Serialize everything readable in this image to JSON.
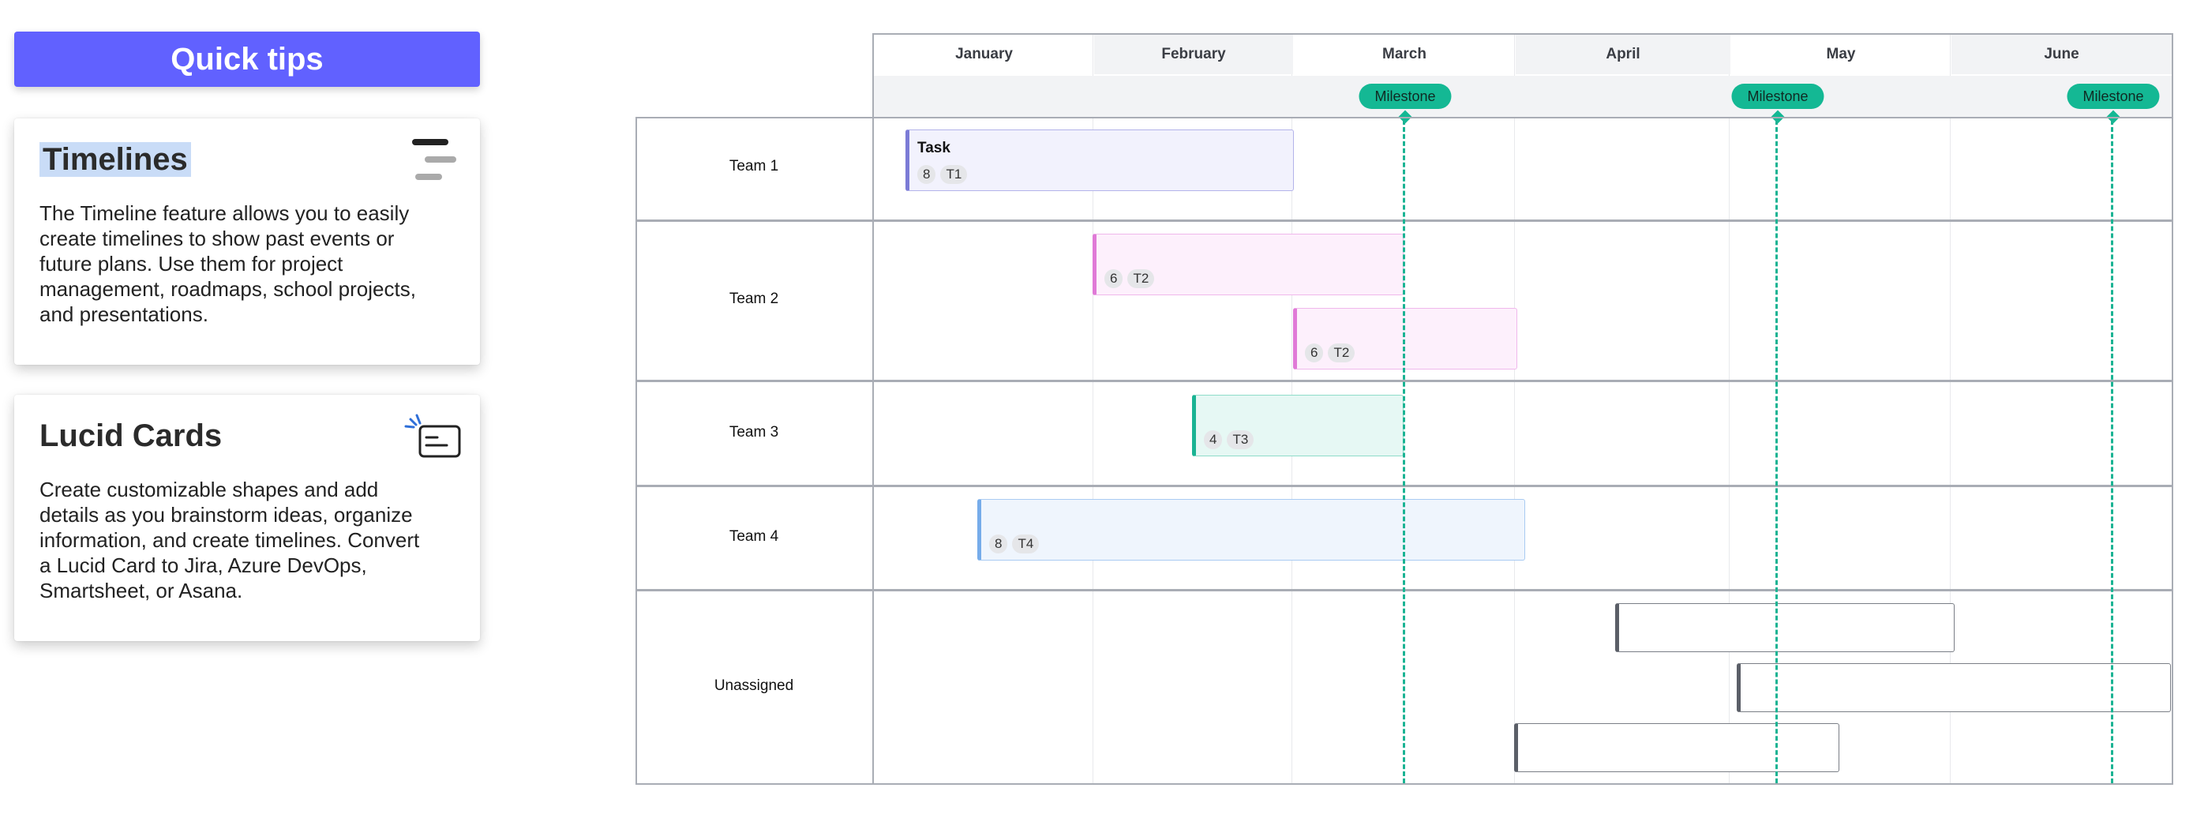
{
  "quick_tips": {
    "header": "Quick tips",
    "cards": [
      {
        "title": "Timelines",
        "body": "The Timeline feature allows you to easily create timelines to show past events or future plans. Use them for project management, roadmaps, school projects, and presentations.",
        "icon": "timeline-icon"
      },
      {
        "title": "Lucid Cards",
        "body": "Create customizable shapes and add details as you brainstorm ideas, organize information, and create timelines. Convert a Lucid Card to Jira, Azure DevOps, Smartsheet, or Asana.",
        "icon": "lucid-card-icon"
      }
    ]
  },
  "timeline": {
    "months": [
      "January",
      "February",
      "March",
      "April",
      "May",
      "June"
    ],
    "milestones": [
      "Milestone",
      "Milestone",
      "Milestone"
    ],
    "lanes": [
      "Team 1",
      "Team 2",
      "Team 3",
      "Team 4",
      "Unassigned"
    ],
    "tasks": [
      {
        "name": "Task",
        "count": "8",
        "tag": "T1"
      },
      {
        "name": "",
        "count": "6",
        "tag": "T2"
      },
      {
        "name": "",
        "count": "6",
        "tag": "T2"
      },
      {
        "name": "",
        "count": "4",
        "tag": "T3"
      },
      {
        "name": "",
        "count": "8",
        "tag": "T4"
      }
    ],
    "colors": {
      "accent": "#6161ff",
      "milestone": "#14b894",
      "team1": "#7b7bd6",
      "team2": "#e07ad7",
      "team3": "#1ab393",
      "team4": "#76acea",
      "unassigned": "#5b5f68"
    }
  }
}
